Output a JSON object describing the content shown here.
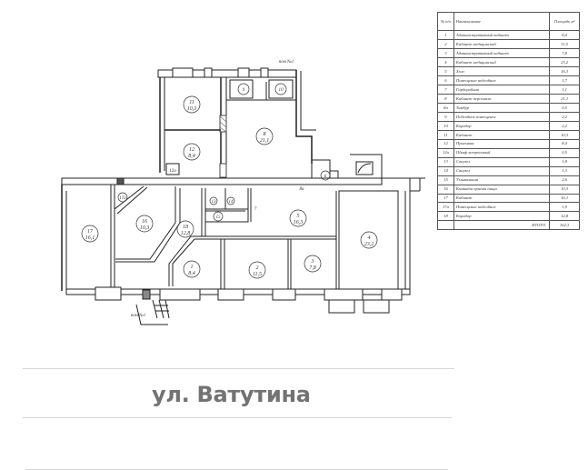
{
  "plan": {
    "entrance_labels": [
      "пом №1",
      "пом №1"
    ],
    "rooms": [
      {
        "id": "1",
        "area": "8,4"
      },
      {
        "id": "2",
        "area": "11,5"
      },
      {
        "id": "3",
        "area": "7,8"
      },
      {
        "id": "4",
        "area": "23,2"
      },
      {
        "id": "5",
        "area": "16,3"
      },
      {
        "id": "6",
        "area": ""
      },
      {
        "id": "7",
        "area": ""
      },
      {
        "id": "8",
        "area": "21,1"
      },
      {
        "id": "8а",
        "area": ""
      },
      {
        "id": "9",
        "area": ""
      },
      {
        "id": "10",
        "area": ""
      },
      {
        "id": "11",
        "area": "10,3"
      },
      {
        "id": "12",
        "area": "8,4"
      },
      {
        "id": "12а",
        "area": ""
      },
      {
        "id": "13",
        "area": ""
      },
      {
        "id": "14",
        "area": ""
      },
      {
        "id": "15",
        "area": ""
      },
      {
        "id": "16",
        "area": "10,3"
      },
      {
        "id": "17",
        "area": "16,1"
      },
      {
        "id": "17а",
        "area": ""
      },
      {
        "id": "18",
        "area": "12,8"
      }
    ]
  },
  "table": {
    "headers": {
      "num": "№ п/п",
      "name": "Наименование",
      "area": "Площадь м²"
    },
    "rows": [
      {
        "num": "1",
        "name": "Административный кабинет",
        "area": "8,4"
      },
      {
        "num": "2",
        "name": "Кабинет медицинский",
        "area": "11,5"
      },
      {
        "num": "3",
        "name": "Административный кабинет",
        "area": "7,8"
      },
      {
        "num": "4",
        "name": "Кабинет медицинский",
        "area": "23,2"
      },
      {
        "num": "5",
        "name": "Холл",
        "area": "16,3"
      },
      {
        "num": "6",
        "name": "Помещение подсобное",
        "area": "3,7"
      },
      {
        "num": "7",
        "name": "Гардеробная",
        "area": "1,1"
      },
      {
        "num": "8",
        "name": "Кабинет персонала",
        "area": "21,1"
      },
      {
        "num": "8а",
        "name": "Тамбур",
        "area": "0,5"
      },
      {
        "num": "9",
        "name": "Подсобное помещение",
        "area": "2,2"
      },
      {
        "num": "10",
        "name": "Коридор",
        "area": "2,2"
      },
      {
        "num": "11",
        "name": "Кабинет",
        "area": "10,3"
      },
      {
        "num": "12",
        "name": "Приемная",
        "area": "8,4"
      },
      {
        "num": "12а",
        "name": "Шкаф встроенный",
        "area": "0,5"
      },
      {
        "num": "13",
        "name": "Санузел",
        "area": "1,8"
      },
      {
        "num": "14",
        "name": "Санузел",
        "area": "1,3"
      },
      {
        "num": "15",
        "name": "Умывальная",
        "area": "2,6"
      },
      {
        "num": "16",
        "name": "Комната приема пищи",
        "area": "10,3"
      },
      {
        "num": "17",
        "name": "Кабинет",
        "area": "16,1"
      },
      {
        "num": "17а",
        "name": "Помещение подсобное",
        "area": "1,9"
      },
      {
        "num": "18",
        "name": "Коридор",
        "area": "12,8"
      }
    ],
    "total": {
      "label": "ИТОГО",
      "area": "162,3"
    }
  },
  "street": {
    "name": "ул. Ватутина"
  }
}
